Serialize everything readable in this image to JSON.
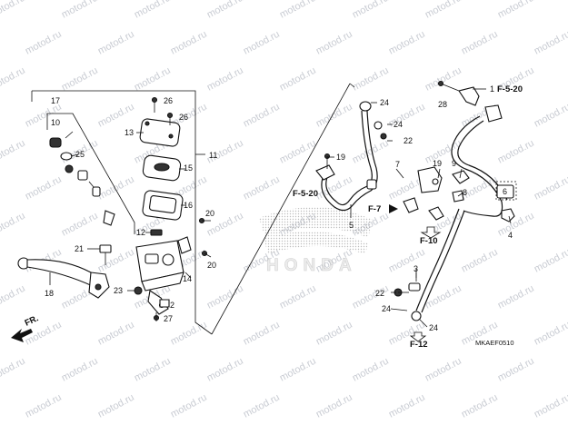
{
  "watermark_text": "motod.ru",
  "diagram_code": "MKAEF0510",
  "front_marker": "FR.",
  "brand_mark": "HONDA",
  "callouts": [
    "1",
    "2",
    "3",
    "4",
    "5",
    "6",
    "7",
    "8",
    "9",
    "10",
    "11",
    "12",
    "13",
    "14",
    "15",
    "16",
    "17",
    "18",
    "19",
    "20",
    "21",
    "22",
    "23",
    "24",
    "25",
    "26",
    "27",
    "28"
  ],
  "references": {
    "f520_top": "F-5-20",
    "f520_left": "F-5-20",
    "f7": "F-7",
    "f10": "F-10",
    "f12": "F-12"
  }
}
